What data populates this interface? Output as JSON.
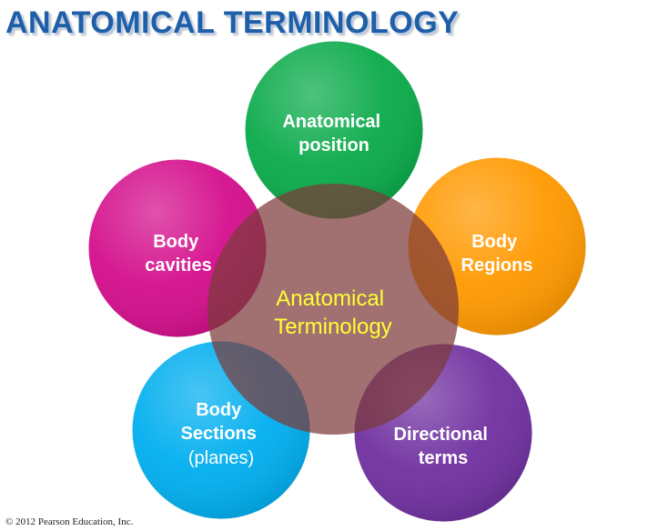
{
  "title": "ANATOMICAL TERMINOLOGY",
  "center": {
    "lines": [
      "Anatomical",
      "Terminology"
    ],
    "color": "#8b4a4a"
  },
  "petals": [
    {
      "id": "anatomical-position",
      "lines": [
        "Anatomical",
        "position"
      ],
      "color": "#0aaa4a"
    },
    {
      "id": "body-regions",
      "lines": [
        "Body",
        "Regions"
      ],
      "color": "#ff9900"
    },
    {
      "id": "directional-terms",
      "lines": [
        "Directional",
        "terms"
      ],
      "color": "#7030a0"
    },
    {
      "id": "body-sections",
      "lines": [
        "Body",
        "Sections",
        "(planes)"
      ],
      "color": "#00aeef"
    },
    {
      "id": "body-cavities",
      "lines": [
        "Body",
        "cavities"
      ],
      "color": "#d40e8c"
    }
  ],
  "copyright": "© 2012 Pearson Education, Inc."
}
